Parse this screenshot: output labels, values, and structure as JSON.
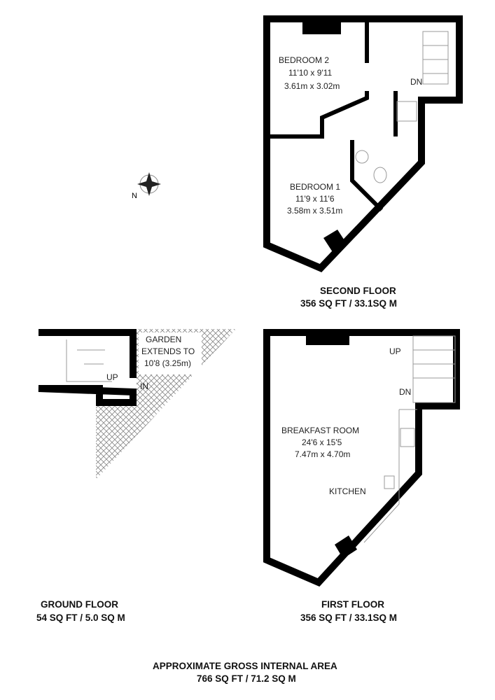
{
  "compass": {
    "north_label": "N"
  },
  "second_floor": {
    "rooms": [
      {
        "name": "BEDROOM 2",
        "imperial": "11'10 x 9'11",
        "metric": "3.61m x 3.02m"
      },
      {
        "name": "BEDROOM 1",
        "imperial": "11'9 x 11'6",
        "metric": "3.58m x 3.51m"
      }
    ],
    "stairs_label": "DN",
    "title": "SECOND FLOOR",
    "area": "356 SQ FT / 33.1SQ M"
  },
  "ground_floor": {
    "garden_lines": [
      "GARDEN",
      "EXTENDS TO",
      "10'8 (3.25m)"
    ],
    "stairs_label": "UP",
    "entrance_label": "IN",
    "title": "GROUND FLOOR",
    "area": "54 SQ FT / 5.0 SQ M"
  },
  "first_floor": {
    "room": {
      "name": "BREAKFAST ROOM",
      "imperial": "24'6 x 15'5",
      "metric": "7.47m x 4.70m"
    },
    "kitchen_label": "KITCHEN",
    "up_label": "UP",
    "dn_label": "DN",
    "title": "FIRST FLOOR",
    "area": "356 SQ FT / 33.1SQ M"
  },
  "total": {
    "title": "APPROXIMATE GROSS INTERNAL AREA",
    "area": "766 SQ FT / 71.2 SQ M"
  }
}
